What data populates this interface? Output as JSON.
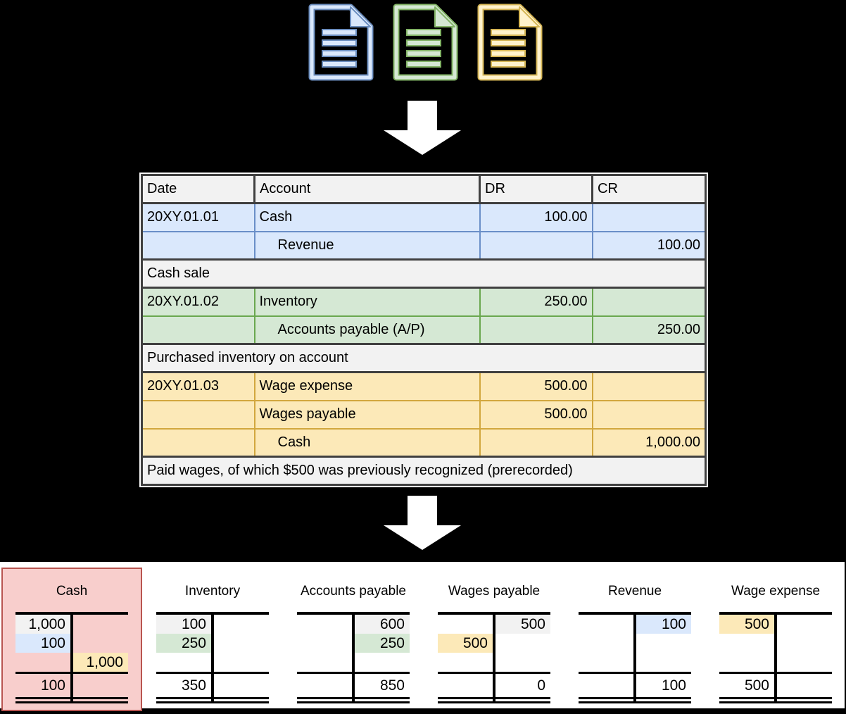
{
  "icons": {
    "documents": [
      {
        "name": "blue-document",
        "fill": "#dae8fc",
        "stroke": "#6c8ebf"
      },
      {
        "name": "green-document",
        "fill": "#d5e8d4",
        "stroke": "#82b366"
      },
      {
        "name": "yellow-document",
        "fill": "#fff2cc",
        "stroke": "#d6b656"
      }
    ]
  },
  "arrows": {
    "color": "#ffffff",
    "direction": "down"
  },
  "journal": {
    "header": [
      "Date",
      "Account",
      "DR",
      "CR"
    ],
    "rows": [
      {
        "type": "entry",
        "color": "blue",
        "date": "20XY.01.01",
        "account": "Cash",
        "dr": "100.00",
        "cr": "",
        "indent": false
      },
      {
        "type": "entry",
        "color": "blue",
        "date": "",
        "account": "Revenue",
        "dr": "",
        "cr": "100.00",
        "indent": true
      },
      {
        "type": "desc",
        "text": "Cash sale"
      },
      {
        "type": "entry",
        "color": "green",
        "date": "20XY.01.02",
        "account": "Inventory",
        "dr": "250.00",
        "cr": "",
        "indent": false
      },
      {
        "type": "entry",
        "color": "green",
        "date": "",
        "account": "Accounts payable (A/P)",
        "dr": "",
        "cr": "250.00",
        "indent": true
      },
      {
        "type": "desc",
        "text": "Purchased inventory on account"
      },
      {
        "type": "entry",
        "color": "yellow",
        "date": "20XY.01.03",
        "account": "Wage expense",
        "dr": "500.00",
        "cr": "",
        "indent": false
      },
      {
        "type": "entry",
        "color": "yellow",
        "date": "",
        "account": "Wages payable",
        "dr": "500.00",
        "cr": "",
        "indent": false
      },
      {
        "type": "entry",
        "color": "yellow",
        "date": "",
        "account": "Cash",
        "dr": "",
        "cr": "1,000.00",
        "indent": true
      },
      {
        "type": "desc",
        "text": "Paid wages, of which $500 was previously recognized (prerecorded)"
      }
    ]
  },
  "ledger": {
    "accounts": [
      {
        "title": "Cash",
        "highlighted": true,
        "rows": [
          [
            {
              "value": "1,000",
              "hl": "gray"
            },
            null
          ],
          [
            {
              "value": "100",
              "hl": "blue"
            },
            null
          ],
          [
            null,
            {
              "value": "1,000",
              "hl": "yellow"
            }
          ]
        ],
        "balance": {
          "side": "left",
          "value": "100"
        }
      },
      {
        "title": "Inventory",
        "highlighted": false,
        "rows": [
          [
            {
              "value": "100",
              "hl": "gray"
            },
            null
          ],
          [
            {
              "value": "250",
              "hl": "green"
            },
            null
          ],
          [
            null,
            null
          ]
        ],
        "balance": {
          "side": "left",
          "value": "350"
        }
      },
      {
        "title": "Accounts payable",
        "highlighted": false,
        "rows": [
          [
            null,
            {
              "value": "600",
              "hl": "gray"
            }
          ],
          [
            null,
            {
              "value": "250",
              "hl": "green"
            }
          ],
          [
            null,
            null
          ]
        ],
        "balance": {
          "side": "right",
          "value": "850"
        }
      },
      {
        "title": "Wages payable",
        "highlighted": false,
        "rows": [
          [
            null,
            {
              "value": "500",
              "hl": "gray"
            }
          ],
          [
            {
              "value": "500",
              "hl": "yellow"
            },
            null
          ],
          [
            null,
            null
          ]
        ],
        "balance": {
          "side": "right",
          "value": "0"
        }
      },
      {
        "title": "Revenue",
        "highlighted": false,
        "rows": [
          [
            null,
            {
              "value": "100",
              "hl": "blue"
            }
          ],
          [
            null,
            null
          ],
          [
            null,
            null
          ]
        ],
        "balance": {
          "side": "right",
          "value": "100"
        }
      },
      {
        "title": "Wage expense",
        "highlighted": false,
        "rows": [
          [
            {
              "value": "500",
              "hl": "yellow"
            },
            null
          ],
          [
            null,
            null
          ],
          [
            null,
            null
          ]
        ],
        "balance": {
          "side": "left",
          "value": "500"
        }
      }
    ]
  },
  "colors": {
    "page_background": "#000000",
    "table_section_bg": "#f2f2f2",
    "table_dark_border": "#404040",
    "blue_bg": "#dae8fc",
    "blue_border": "#6a8fc8",
    "green_bg": "#d5e8d4",
    "green_border": "#6aa84f",
    "yellow_bg": "#fce9b8",
    "yellow_border": "#d2a73e",
    "highlight_gray": "#f2f2f2",
    "cash_box_bg": "#f8cecc",
    "cash_box_border": "#b85450",
    "ledger_bg": "#ffffff",
    "arrow": "#ffffff"
  }
}
